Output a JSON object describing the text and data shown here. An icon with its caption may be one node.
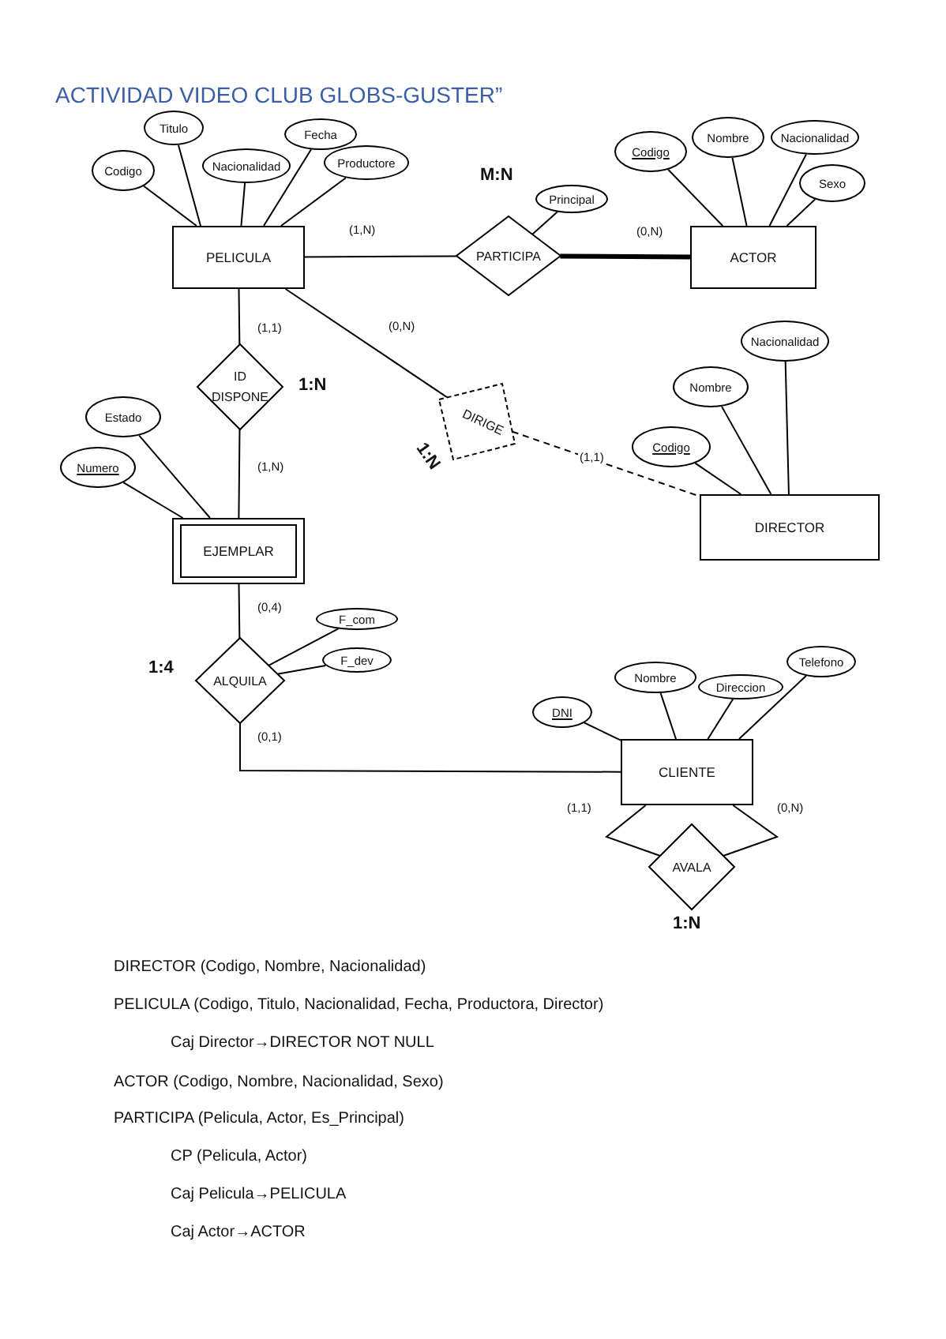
{
  "diagram": {
    "title": "ACTIVIDAD VIDEO CLUB GLOBS-GUSTER”",
    "nodes": [
      {
        "text": [
          "PELICULA"
        ]
      },
      {
        "text": [
          "Codigo"
        ]
      },
      {
        "text": [
          "Titulo"
        ]
      },
      {
        "text": [
          "Nacionalidad"
        ]
      },
      {
        "text": [
          "Fecha"
        ]
      },
      {
        "text": [
          "Productore"
        ]
      },
      {
        "text": [
          "PARTICIPA"
        ],
        "beside": [
          "M:N"
        ]
      },
      {
        "text": [
          "Principal"
        ]
      },
      {
        "text": [
          "ACTOR"
        ]
      },
      {
        "text": [
          "Codigo"
        ]
      },
      {
        "text": [
          "Nombre"
        ]
      },
      {
        "text": [
          "Nacionalidad"
        ]
      },
      {
        "text": [
          "Sexo"
        ]
      },
      {
        "text": [
          "ID",
          "DISPONE"
        ],
        "beside": [
          "1:N"
        ]
      },
      {
        "text": [
          "EJEMPLAR"
        ]
      },
      {
        "text": [
          "Estado"
        ]
      },
      {
        "text": [
          "Numero"
        ]
      },
      {
        "text": [
          "DIRIGE"
        ],
        "beside": [
          "1:N"
        ]
      },
      {
        "text": [
          "DIRECTOR"
        ]
      },
      {
        "text": [
          "Nacionalidad"
        ]
      },
      {
        "text": [
          "Nombre"
        ]
      },
      {
        "text": [
          "Codigo"
        ]
      },
      {
        "text": [
          "ALQUILA"
        ],
        "beside": [
          "1:4"
        ]
      },
      {
        "text": [
          "F_com"
        ]
      },
      {
        "text": [
          "F_dev"
        ]
      },
      {
        "text": [
          "CLIENTE"
        ]
      },
      {
        "text": [
          "DNI"
        ]
      },
      {
        "text": [
          "Nombre"
        ]
      },
      {
        "text": [
          "Direccion"
        ]
      },
      {
        "text": [
          "Telefono"
        ]
      },
      {
        "text": [
          "AVALA"
        ],
        "beside": [
          "1:N"
        ]
      }
    ],
    "edges": [
      {
        "from": 0,
        "to": 6,
        "arrow": "none",
        "label": "(1,N)"
      },
      {
        "from": 6,
        "to": 8,
        "arrow": "none",
        "label": "(0,N)",
        "style": "thick"
      },
      {
        "from": 0,
        "to": 13,
        "arrow": "none",
        "label": "(1,1)"
      },
      {
        "from": 13,
        "to": 14,
        "arrow": "none",
        "label": "(1,N)"
      },
      {
        "from": 0,
        "to": 17,
        "arrow": "none",
        "label": "(0,N)"
      },
      {
        "from": 17,
        "to": 18,
        "arrow": "none",
        "label": "(1,1)",
        "style": "dashed"
      },
      {
        "from": 14,
        "to": 22,
        "arrow": "none",
        "label": "(0,4)"
      },
      {
        "from": 22,
        "to": 25,
        "arrow": "none",
        "label": "(0,1)"
      },
      {
        "from": 25,
        "to": 30,
        "arrow": "none",
        "label": "(1,1)"
      },
      {
        "from": 25,
        "to": 30,
        "arrow": "none",
        "label": "(0,N)"
      },
      {
        "from": 1,
        "to": 0,
        "arrow": "none"
      },
      {
        "from": 2,
        "to": 0,
        "arrow": "none"
      },
      {
        "from": 3,
        "to": 0,
        "arrow": "none"
      },
      {
        "from": 4,
        "to": 0,
        "arrow": "none"
      },
      {
        "from": 5,
        "to": 0,
        "arrow": "none"
      },
      {
        "from": 7,
        "to": 6,
        "arrow": "none"
      },
      {
        "from": 9,
        "to": 8,
        "arrow": "none"
      },
      {
        "from": 10,
        "to": 8,
        "arrow": "none"
      },
      {
        "from": 11,
        "to": 8,
        "arrow": "none"
      },
      {
        "from": 12,
        "to": 8,
        "arrow": "none"
      },
      {
        "from": 15,
        "to": 14,
        "arrow": "none"
      },
      {
        "from": 16,
        "to": 14,
        "arrow": "none"
      },
      {
        "from": 19,
        "to": 18,
        "arrow": "none"
      },
      {
        "from": 20,
        "to": 18,
        "arrow": "none"
      },
      {
        "from": 21,
        "to": 18,
        "arrow": "none"
      },
      {
        "from": 23,
        "to": 22,
        "arrow": "none"
      },
      {
        "from": 24,
        "to": 22,
        "arrow": "none"
      },
      {
        "from": 26,
        "to": 25,
        "arrow": "none"
      },
      {
        "from": 27,
        "to": 25,
        "arrow": "none"
      },
      {
        "from": 28,
        "to": 25,
        "arrow": "none"
      },
      {
        "from": 29,
        "to": 25,
        "arrow": "none"
      }
    ],
    "labels": [
      "DIRECTOR (Codigo, Nombre, Nacionalidad)",
      "PELICULA (Codigo, Titulo, Nacionalidad, Fecha, Productora, Director)",
      "Caj Director→DIRECTOR NOT NULL",
      "ACTOR (Codigo, Nombre, Nacionalidad, Sexo)",
      "PARTICIPA (Pelicula, Actor, Es_Principal)",
      "CP (Pelicula, Actor)",
      "Caj Pelicula→PELICULA",
      "Caj Actor→ACTOR"
    ]
  }
}
